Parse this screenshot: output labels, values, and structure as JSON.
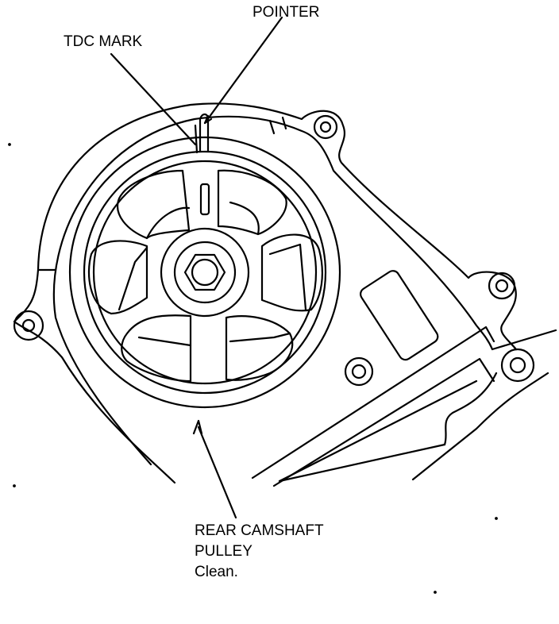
{
  "labels": {
    "pointer": "POINTER",
    "tdc_mark": "TDC MARK",
    "rear_camshaft": "REAR CAMSHAFT",
    "pulley": "PULLEY",
    "note": "Clean."
  },
  "colors": {
    "line": "#000000",
    "background": "#ffffff"
  }
}
